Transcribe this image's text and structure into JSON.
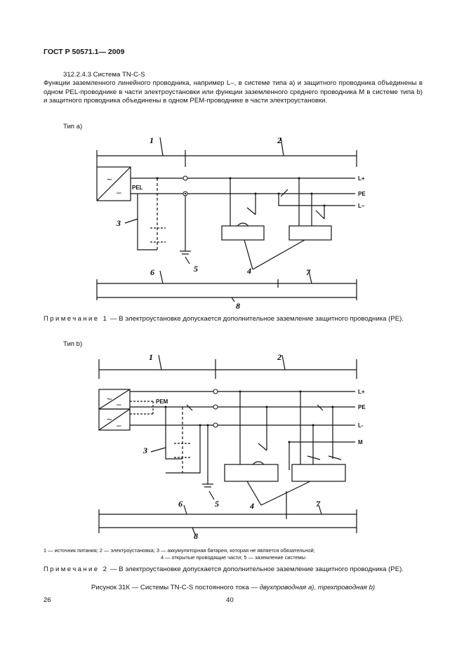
{
  "header": {
    "standard": "ГОСТ Р 50571.1— 2009"
  },
  "section": {
    "heading": "312.2.4.3 Система TN-C-S",
    "body": "Функции заземленного линейного проводника, например L–, в системе типа а) и защитного проводника объединены в одном PEL-проводнике в части электроустановки или функции заземленного среднего проводника M в системе типа b) и защитного проводника объединены в одном PEM-проводнике в части электроустановки."
  },
  "figure_a": {
    "label": "Тип а)",
    "callouts": [
      "1",
      "2",
      "3",
      "4",
      "5",
      "6",
      "7",
      "8"
    ],
    "conductors": [
      "L+",
      "PE",
      "L–"
    ],
    "combined": "PEL"
  },
  "note1": {
    "prefix": "Примечание 1",
    "text": " — В электроустановке  допускается  дополнительное  заземление защитного проводника (PE)."
  },
  "figure_b": {
    "label": "Тип b)",
    "callouts": [
      "1",
      "2",
      "3",
      "4",
      "5",
      "6",
      "7",
      "8"
    ],
    "conductors": [
      "L+",
      "PE",
      "L-",
      "M"
    ],
    "combined": "PEM"
  },
  "legend": {
    "line1": "1 — источник  питания;   2 — электроустановка;   3 — аккумуляторная  батарея,  которая  не  является  обязательной;",
    "line2": "4 — открытые проводящие части; 5 — заземление системы"
  },
  "note2": {
    "prefix": "Примечание 2",
    "text": " — В электроустановке  допускается  дополнительное  заземление  защитного проводника (PE)."
  },
  "caption": {
    "main": "Рисунок 31К — Системы   TN-C-S   постоянного тока — ",
    "italic1": "двухпроводная а)",
    "sep": ", ",
    "italic2": "трехпроводная b)"
  },
  "page_numbers": {
    "left": "26",
    "center": "40"
  },
  "colors": {
    "ink": "#111111",
    "background": "#ffffff"
  }
}
